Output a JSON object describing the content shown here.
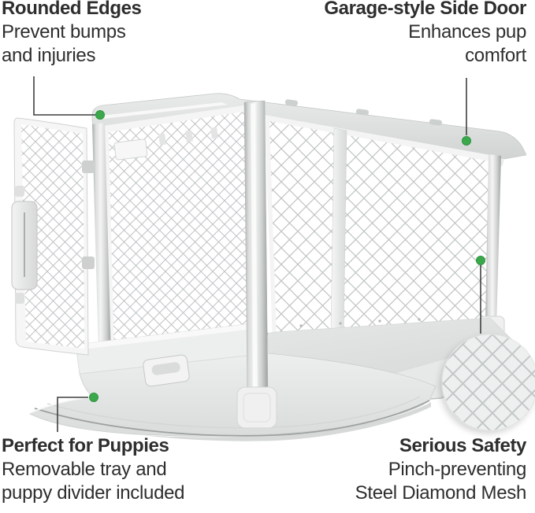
{
  "palette": {
    "background": "#ffffff",
    "accent_green": "#3aa84b",
    "text": "#2e2e2e",
    "connector_line": "#3f3f3f",
    "crate_light": "#eceeed",
    "crate_mid": "#d5d8d7",
    "mesh_line": "#bfc3c4"
  },
  "callouts": {
    "top_left": {
      "title": "Rounded Edges",
      "line1": "Prevent bumps",
      "line2": "and injuries"
    },
    "top_right": {
      "title": "Garage-style Side Door",
      "line1": "Enhances pup",
      "line2": "comfort"
    },
    "bottom_left": {
      "title": "Perfect for Puppies",
      "line1": "Removable tray and",
      "line2": "puppy divider included"
    },
    "bottom_right": {
      "title": "Serious Safety",
      "line1": "Pinch-preventing",
      "line2": "Steel Diamond Mesh"
    }
  }
}
